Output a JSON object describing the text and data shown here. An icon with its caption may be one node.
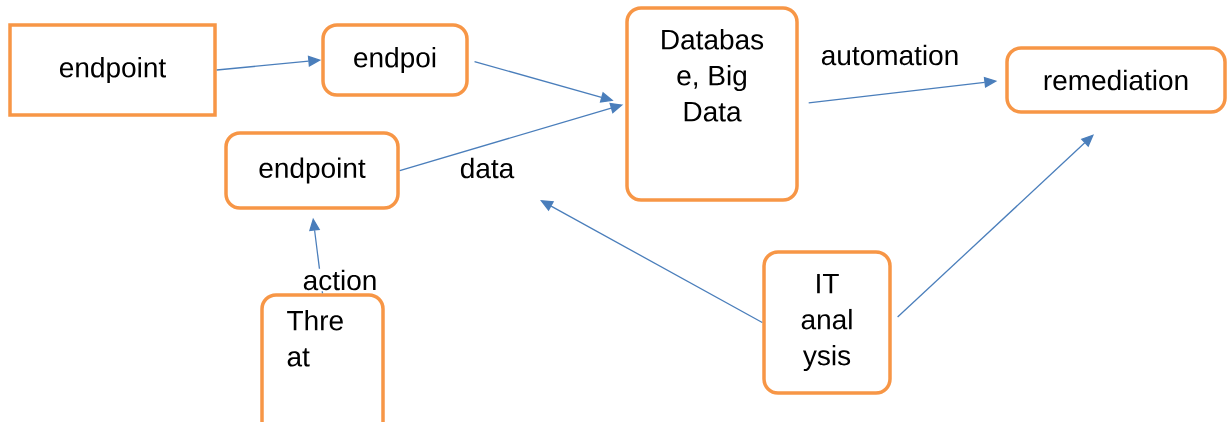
{
  "diagram": {
    "nodes": [
      {
        "text": [
          "endpoint"
        ]
      },
      {
        "text": [
          "endpoi"
        ]
      },
      {
        "text": [
          "Databas e, Big Data"
        ]
      },
      {
        "text": [
          "remediation"
        ]
      },
      {
        "text": [
          "endpoint"
        ]
      },
      {
        "text": [
          "Thre at"
        ]
      },
      {
        "text": [
          "IT anal ysis"
        ]
      }
    ],
    "edges": [
      {
        "from": 0,
        "to": 1,
        "arrow": "to"
      },
      {
        "from": 1,
        "to": 2,
        "arrow": "to"
      },
      {
        "from": 2,
        "to": 3,
        "arrow": "to",
        "label": "automation"
      },
      {
        "from": 4,
        "to": 2,
        "arrow": "to",
        "label": "data"
      },
      {
        "from": 5,
        "to": 4,
        "arrow": "to",
        "label": "action"
      },
      {
        "from": 6,
        "to": null,
        "arrow": "to"
      },
      {
        "from": 6,
        "to": 3,
        "arrow": "to"
      }
    ]
  }
}
